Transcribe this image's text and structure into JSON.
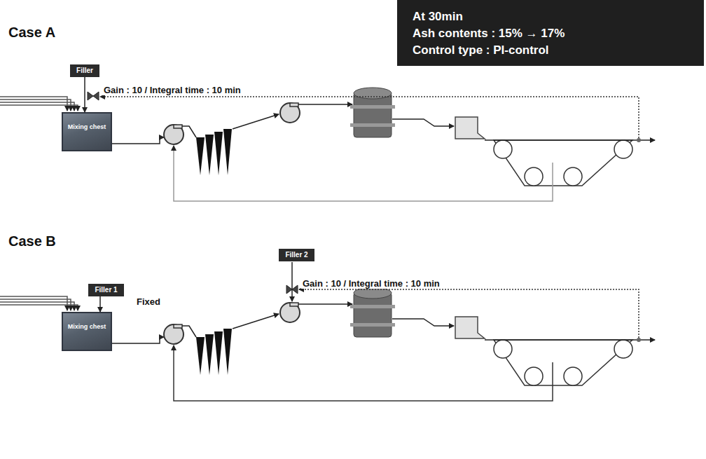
{
  "diagram": {
    "nodes": [
      {
        "text": [
          "At 30min",
          "Ash contents : 15% → 17%",
          "Control type : PI-control"
        ]
      },
      {
        "text": [
          "Filler"
        ]
      },
      {
        "text": [
          "Mixing chest"
        ]
      },
      {
        "text": [
          "Filler 2"
        ]
      },
      {
        "text": [
          "Filler 1"
        ]
      },
      {
        "text": [
          "Mixing chest"
        ]
      }
    ],
    "edges": [
      {
        "from": 1,
        "to": 2,
        "arrow": "to"
      },
      {
        "from": 4,
        "to": 5,
        "arrow": "to"
      }
    ],
    "labels": [
      "Case A",
      "Gain : 10 / Integral time : 10 min",
      "Case B",
      "Gain : 10 / Integral time : 10 min",
      "Fixed"
    ]
  }
}
